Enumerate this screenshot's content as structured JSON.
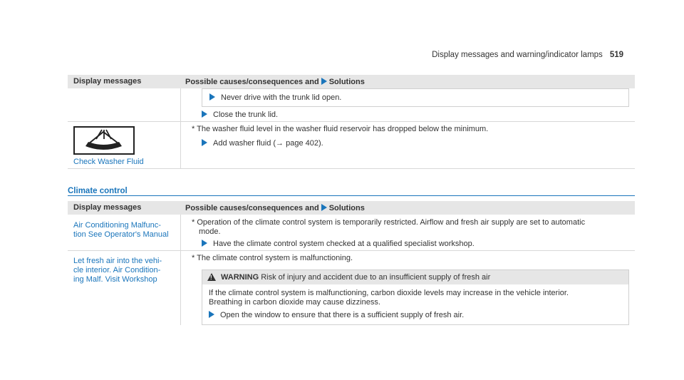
{
  "header": {
    "title": "Display messages and warning/indicator lamps",
    "page": "519"
  },
  "table1": {
    "col1": "Display messages",
    "col2_prefix": "Possible causes/consequences and",
    "col2_suffix": "Solutions",
    "box_step": "Never drive with the trunk lid open.",
    "step_close": "Close the trunk lid.",
    "washer_label": "Check Washer Fluid",
    "washer_cause": "* The washer fluid level in the washer fluid reservoir has dropped below the minimum.",
    "washer_step": "Add washer fluid (→ page 402)."
  },
  "section": {
    "title": "Climate control"
  },
  "table2": {
    "col1": "Display messages",
    "col2_prefix": "Possible causes/consequences and",
    "col2_suffix": "Solutions",
    "row1": {
      "label_l1": "Air Conditioning Malfunc-",
      "label_l2": "tion See Operator's Manual",
      "cause_l1": "* Operation of the climate control system is temporarily restricted. Airflow and fresh air supply are set to automatic",
      "cause_l2": "mode.",
      "step": "Have the climate control system checked at a qualified specialist workshop."
    },
    "row2": {
      "label_l1": "Let fresh air into the vehi-",
      "label_l2": "cle interior. Air Condition-",
      "label_l3": "ing Malf. Visit Workshop",
      "cause": "* The climate control system is malfunctioning.",
      "warning_word": "WARNING",
      "warning_title": "Risk of injury and accident due to an insufficient supply of fresh air",
      "warning_l1": "If the climate control system is malfunctioning, carbon dioxide levels may increase in the vehicle interior.",
      "warning_l2": "Breathing in carbon dioxide may cause dizziness.",
      "warning_step": "Open the window to ensure that there is a sufficient supply of fresh air."
    }
  }
}
